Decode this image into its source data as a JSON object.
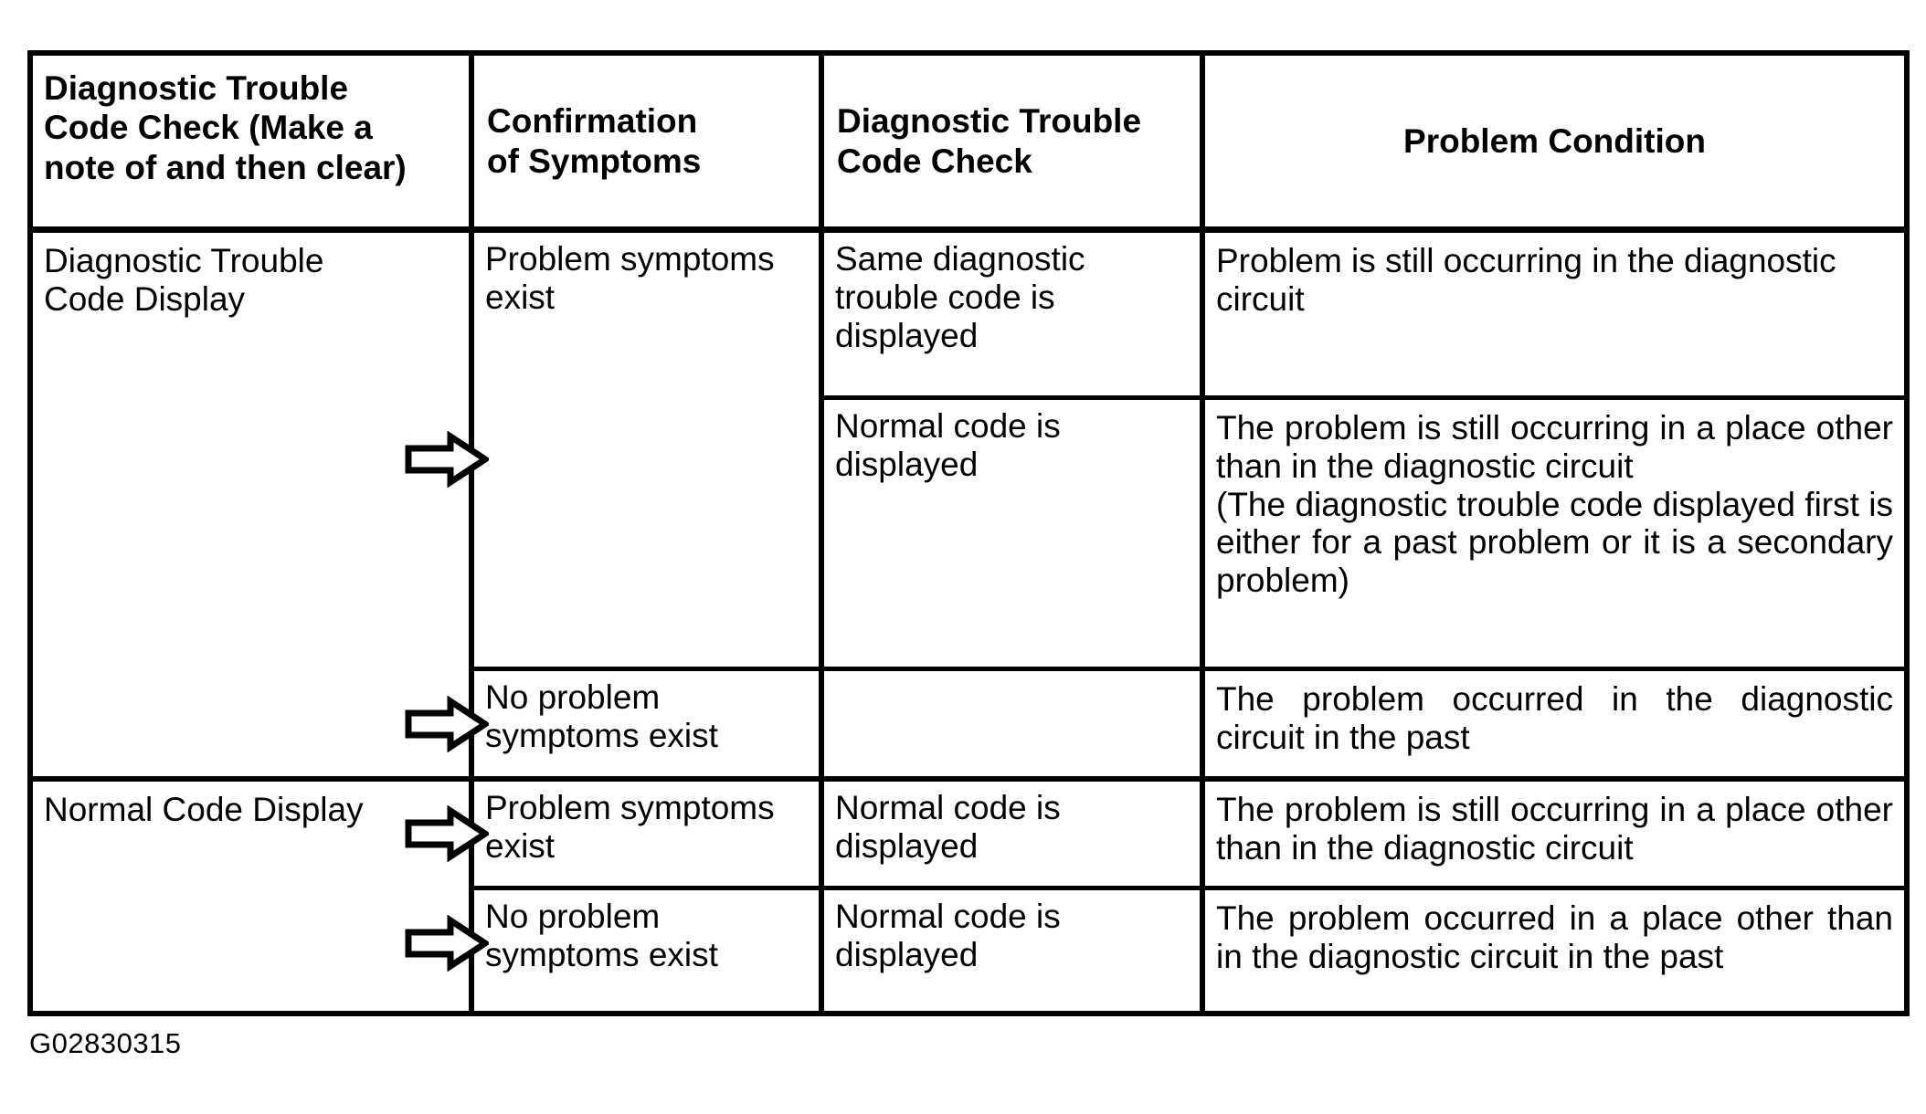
{
  "figure": {
    "id_label": "G02830315",
    "columns": [
      "Diagnostic Trouble\nCode Check (Make a\nnote of and then clear)",
      "Confirmation\nof Symptoms",
      "Diagnostic Trouble\nCode Check",
      "Problem Condition"
    ],
    "cells": {
      "c1_r1": "Diagnostic Trouble\nCode Display",
      "c1_r4": "Normal Code Display",
      "c2_r1": "Problem symptoms\nexist",
      "c2_r3": "No problem\nsymptoms exist",
      "c2_r4": "Problem symptoms\nexist",
      "c2_r5": "No problem\nsymptoms exist",
      "c3_r1": "Same diagnostic\ntrouble code is\ndisplayed",
      "c3_r2": "Normal code is\ndisplayed",
      "c3_r3": "",
      "c3_r4": "Normal code is\ndisplayed",
      "c3_r5": "Normal code is\ndisplayed",
      "c4_r1": "Problem is still occurring in the diagnostic\ncircuit",
      "c4_r2": "The problem is still occurring in a place other than in the diagnostic circuit\n(The diagnostic trouble code displayed first is either for a past problem or it is a secondary problem)",
      "c4_r3": "The problem occurred in the diagnostic circuit in the past",
      "c4_r4": "The problem is still occurring in a place other than in the diagnostic circuit",
      "c4_r5": "The problem occurred in a place other than in the diagnostic circuit in the past"
    },
    "arrows": [
      {
        "name": "flow-arrow-1"
      },
      {
        "name": "flow-arrow-2"
      },
      {
        "name": "flow-arrow-3"
      },
      {
        "name": "flow-arrow-4"
      }
    ],
    "colors": {
      "ink": "#000000",
      "paper": "#ffffff"
    }
  }
}
